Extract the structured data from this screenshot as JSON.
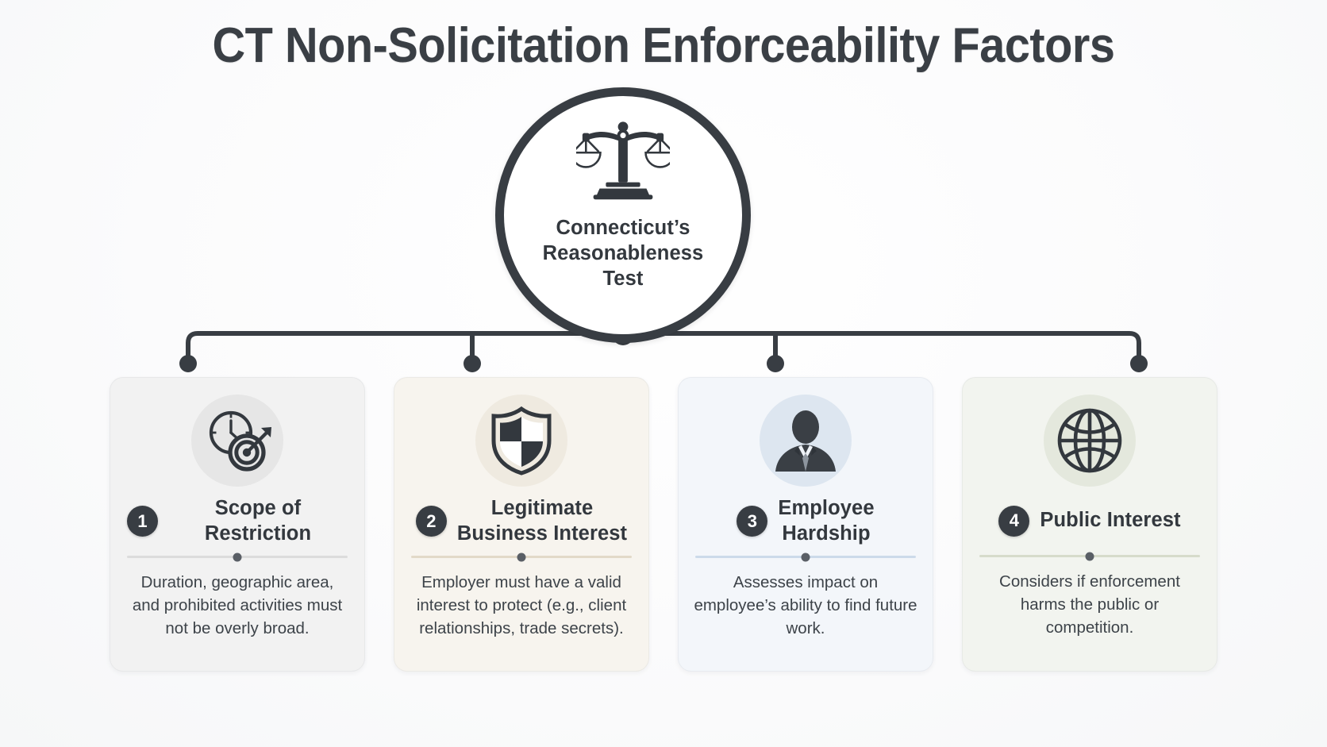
{
  "page": {
    "title": "CT Non-Solicitation Enforceability Factors",
    "background_color": "#fbfbfc",
    "ink_color": "#383d43"
  },
  "hub": {
    "icon": "balance-scales-icon",
    "label": "Connecticut’s\nReasonableness\nTest",
    "label_line1": "Connecticut’s",
    "label_line2": "Reasonableness",
    "label_line3": "Test",
    "border_color": "#383d43",
    "fill_color": "#ffffff"
  },
  "connectors": {
    "bus_color": "#383d43",
    "node_count": 4,
    "center_node": true
  },
  "cards": [
    {
      "number": "1",
      "title": "Scope of Restriction",
      "body": "Duration, geographic area, and prohibited activities must not be overly broad.",
      "icon": "clock-target-icon",
      "card_bg": "#f2f2f2",
      "icon_circle_bg": "#e6e6e6",
      "divider_color": "#dcdcdc",
      "dot_color": "#5a5f66"
    },
    {
      "number": "2",
      "title": "Legitimate Business Interest",
      "title_line1": "Legitimate",
      "title_line2": "Business Interest",
      "body": "Employer must have a valid interest to protect (e.g., client relationships, trade secrets).",
      "icon": "shield-icon",
      "card_bg": "#f7f4ee",
      "icon_circle_bg": "#efeae0",
      "divider_color": "#e2d9c8",
      "dot_color": "#5a5f66"
    },
    {
      "number": "3",
      "title": "Employee Hardship",
      "title_line1": "Employee",
      "title_line2": "Hardship",
      "body": "Assesses impact on employee’s ability to find future work.",
      "icon": "businessperson-icon",
      "card_bg": "#f3f6fa",
      "icon_circle_bg": "#dde6f0",
      "divider_color": "#ccdaea",
      "dot_color": "#5a5f66"
    },
    {
      "number": "4",
      "title": "Public Interest",
      "body": "Considers if enforcement harms the public or competition.",
      "icon": "globe-icon",
      "card_bg": "#f2f4ef",
      "icon_circle_bg": "#e4e8dd",
      "divider_color": "#d6dbcb",
      "dot_color": "#5a5f66"
    }
  ]
}
